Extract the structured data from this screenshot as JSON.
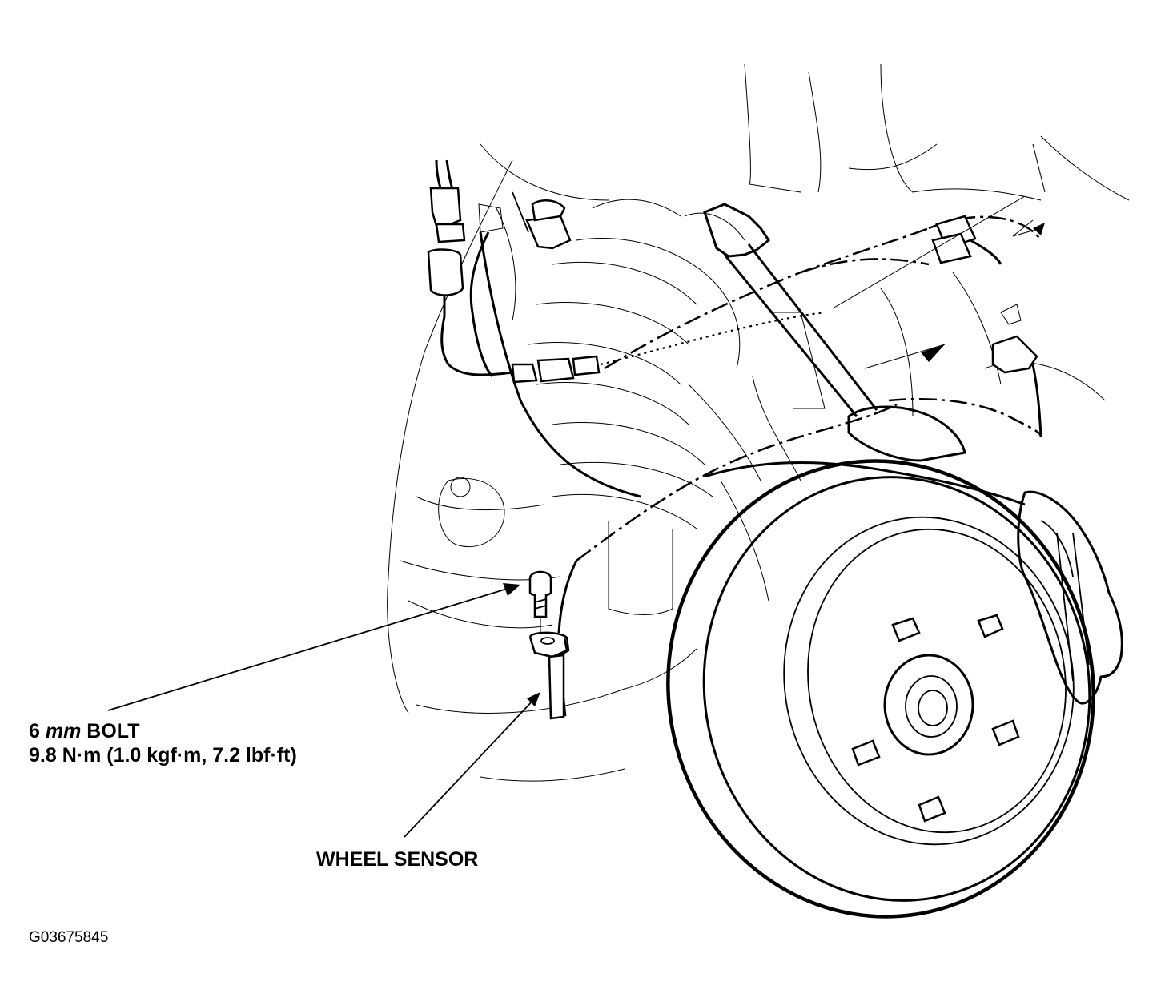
{
  "labels": {
    "bolt_line1_size": "6",
    "bolt_line1_unit": "mm",
    "bolt_line1_name": "BOLT",
    "bolt_torque": "9.8 N·m (1.0 kgf·m, 7.2 lbf·ft)",
    "wheel_sensor": "WHEEL SENSOR",
    "figure_code": "G03675845"
  }
}
